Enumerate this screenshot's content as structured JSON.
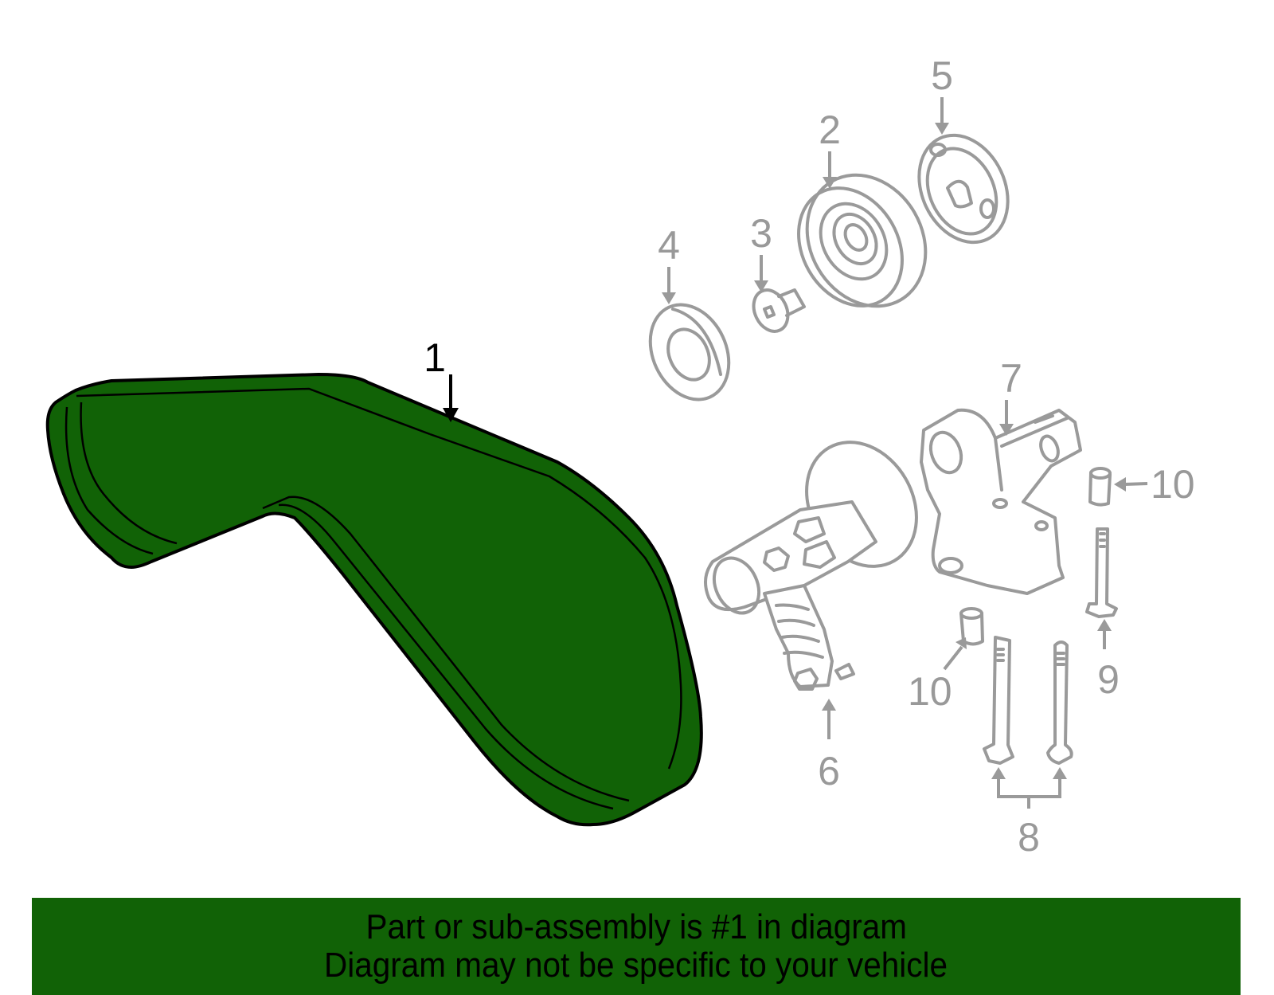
{
  "diagram": {
    "highlight_color": "#116206",
    "outline_color": "#000000",
    "part_color": "#9a9a9a",
    "callouts": [
      {
        "id": "1",
        "label": "1",
        "part": "serpentine-belt",
        "highlighted": true
      },
      {
        "id": "2",
        "label": "2",
        "part": "idler-pulley"
      },
      {
        "id": "3",
        "label": "3",
        "part": "pulley-bolt"
      },
      {
        "id": "4",
        "label": "4",
        "part": "pulley-cover-front"
      },
      {
        "id": "5",
        "label": "5",
        "part": "pulley-cover-rear"
      },
      {
        "id": "6",
        "label": "6",
        "part": "belt-tensioner"
      },
      {
        "id": "7",
        "label": "7",
        "part": "tensioner-bracket"
      },
      {
        "id": "8",
        "label": "8",
        "part": "bracket-bolts"
      },
      {
        "id": "9",
        "label": "9",
        "part": "bracket-bolt"
      },
      {
        "id": "10a",
        "label": "10",
        "part": "dowel-pin-upper"
      },
      {
        "id": "10b",
        "label": "10",
        "part": "dowel-pin-lower"
      }
    ]
  },
  "banner": {
    "background": "#116206",
    "line1": "Part or sub-assembly is #1 in diagram",
    "line2": "Diagram may not be specific to your vehicle"
  }
}
